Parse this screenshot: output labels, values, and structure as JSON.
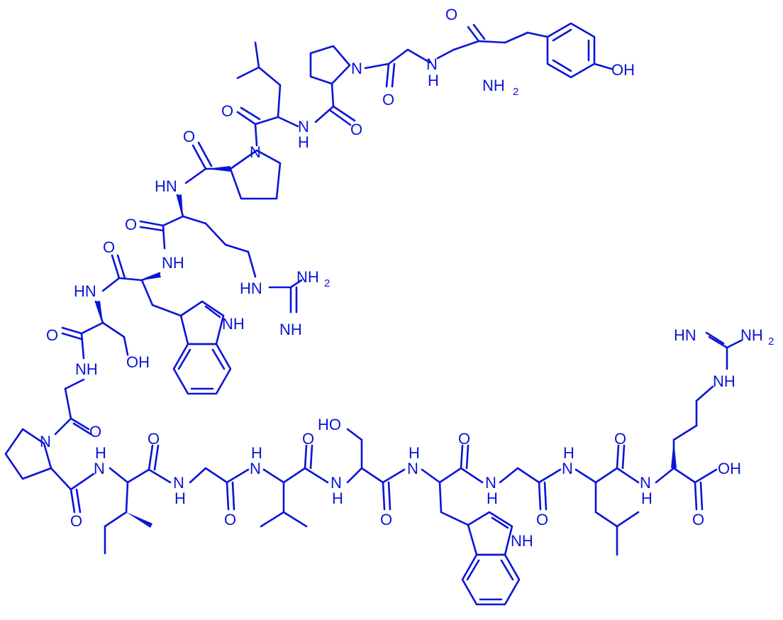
{
  "molecule": {
    "color": "#0a14d8",
    "labels": {
      "OH": "OH",
      "NH": "NH",
      "N": "N",
      "O": "O",
      "H": "H",
      "HN": "HN",
      "NH2": "NH",
      "HO": "HO",
      "sub2": "2"
    }
  }
}
